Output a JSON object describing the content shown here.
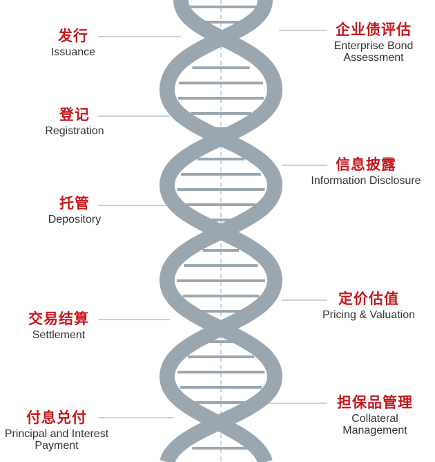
{
  "diagram": {
    "left_labels": [
      {
        "cn": "发行",
        "en": "Issuance"
      },
      {
        "cn": "登记",
        "en": "Registration"
      },
      {
        "cn": "托管",
        "en": "Depository"
      },
      {
        "cn": "交易结算",
        "en": "Settlement"
      },
      {
        "cn": "付息兑付",
        "en": "Principal and Interest Payment"
      }
    ],
    "right_labels": [
      {
        "cn": "企业债评估",
        "en": "Enterprise Bond Assessment"
      },
      {
        "cn": "信息披露",
        "en": "Information Disclosure"
      },
      {
        "cn": "定价估值",
        "en": "Pricing & Valuation"
      },
      {
        "cn": "担保品管理",
        "en": "Collateral Management"
      }
    ],
    "colors": {
      "accent_red": "#c8161d",
      "helix_gray": "#9aa7b0",
      "text_dark": "#333333"
    }
  }
}
